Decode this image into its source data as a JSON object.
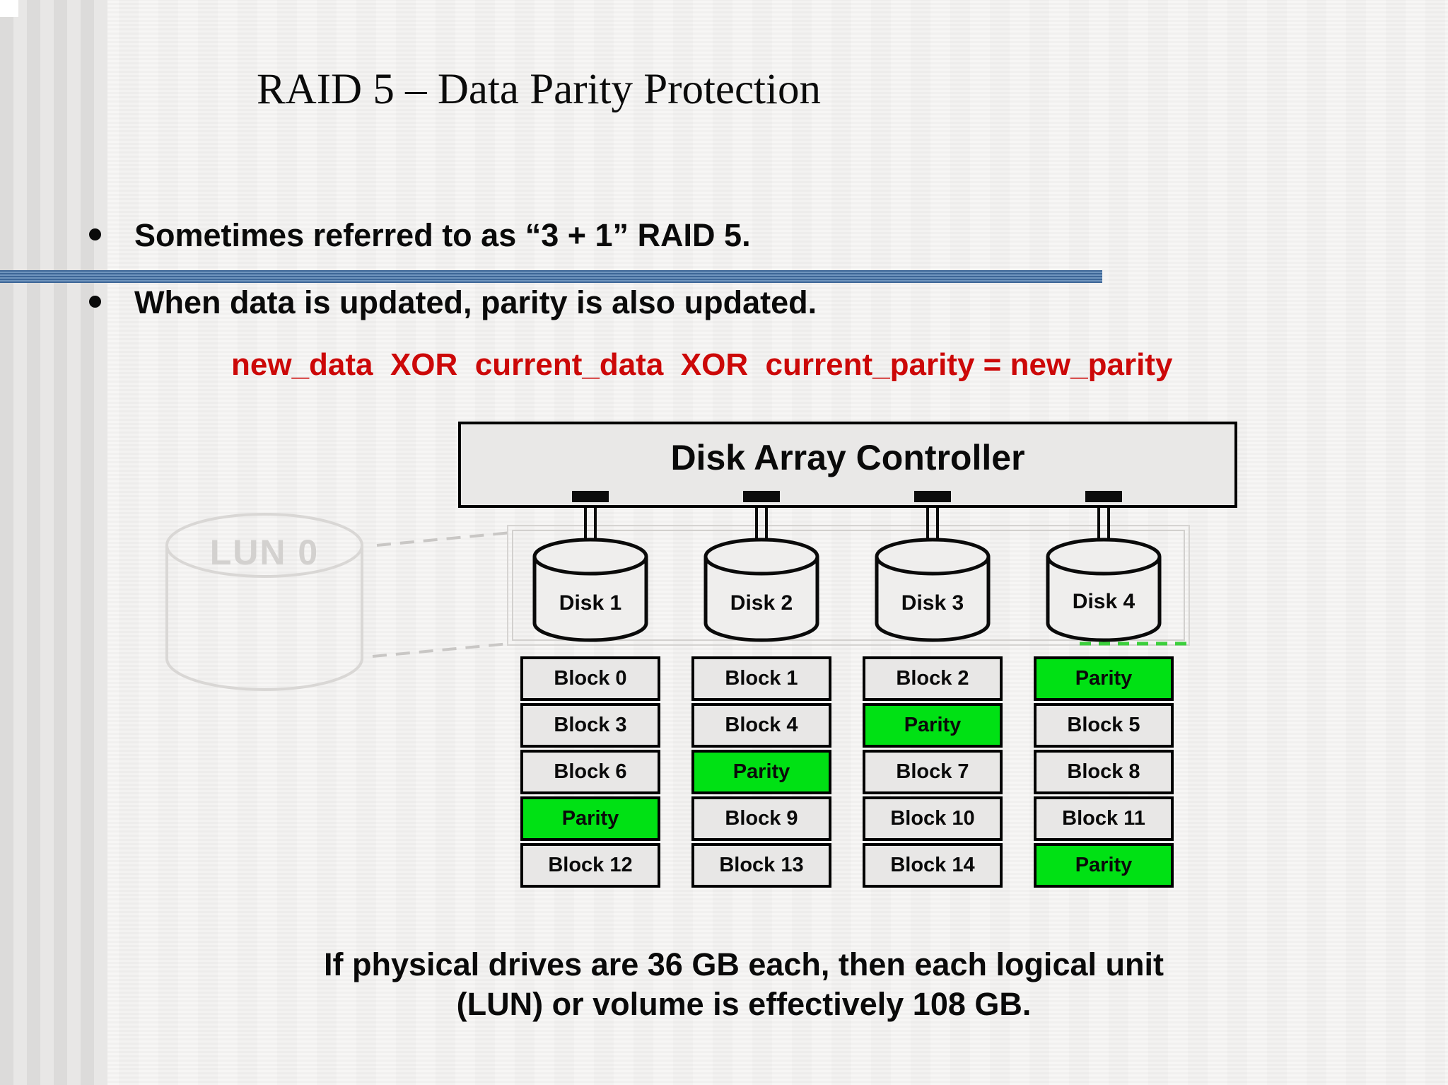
{
  "slide": {
    "title": "RAID 5 – Data Parity Protection",
    "bullet1": "Sometimes referred to as “3 + 1” RAID 5.",
    "bullet2": "When data is updated, parity is also updated.",
    "formula": "new_data  XOR  current_data  XOR  current_parity = new_parity",
    "caption_line1": "If physical drives are 36 GB each, then each logical unit",
    "caption_line2": "(LUN) or volume is effectively 108 GB."
  },
  "diagram": {
    "controller_label": "Disk Array Controller",
    "lun_label": "LUN 0",
    "disks": [
      {
        "label": "Disk 1"
      },
      {
        "label": "Disk 2"
      },
      {
        "label": "Disk 3"
      },
      {
        "label": "Disk 4"
      }
    ],
    "columns": [
      {
        "rows": [
          {
            "label": "Block 0",
            "type": "data"
          },
          {
            "label": "Block 3",
            "type": "data"
          },
          {
            "label": "Block 6",
            "type": "data"
          },
          {
            "label": "Parity",
            "type": "parity"
          },
          {
            "label": "Block 12",
            "type": "data"
          }
        ]
      },
      {
        "rows": [
          {
            "label": "Block 1",
            "type": "data"
          },
          {
            "label": "Block 4",
            "type": "data"
          },
          {
            "label": "Parity",
            "type": "parity"
          },
          {
            "label": "Block 9",
            "type": "data"
          },
          {
            "label": "Block 13",
            "type": "data"
          }
        ]
      },
      {
        "rows": [
          {
            "label": "Block 2",
            "type": "data"
          },
          {
            "label": "Parity",
            "type": "parity"
          },
          {
            "label": "Block 7",
            "type": "data"
          },
          {
            "label": "Block 10",
            "type": "data"
          },
          {
            "label": "Block 14",
            "type": "data"
          }
        ]
      },
      {
        "rows": [
          {
            "label": "Parity",
            "type": "parity"
          },
          {
            "label": "Block 5",
            "type": "data"
          },
          {
            "label": "Block 8",
            "type": "data"
          },
          {
            "label": "Block 11",
            "type": "data"
          },
          {
            "label": "Parity",
            "type": "parity"
          }
        ]
      }
    ]
  },
  "colors": {
    "parity_green": "#00E114",
    "formula_red": "#CC0808",
    "divider_blue": "#4F7AA8"
  }
}
